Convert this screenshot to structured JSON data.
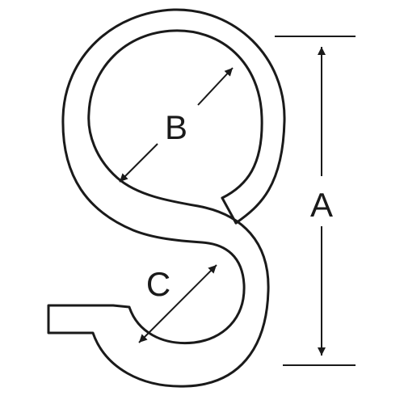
{
  "diagram": {
    "labels": {
      "a": "A",
      "b": "B",
      "c": "C"
    },
    "colors": {
      "stroke": "#1a1a1a",
      "fill": "#ffffff",
      "background": "#ffffff"
    },
    "icons": {
      "arrowhead": "filled-triangle-arrowhead"
    }
  }
}
